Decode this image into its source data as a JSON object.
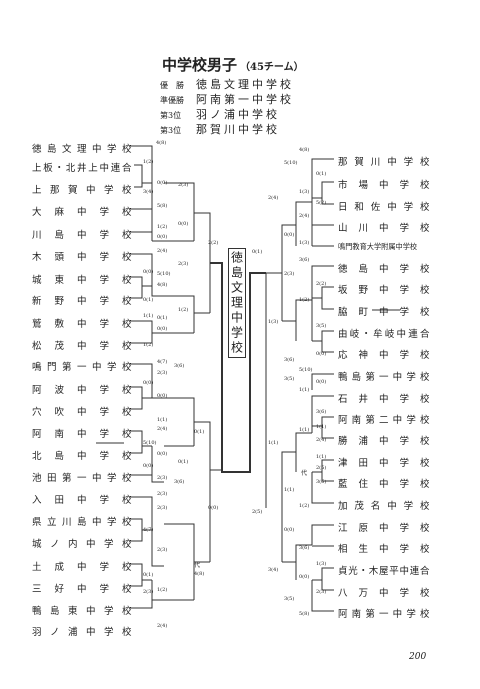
{
  "title": "中学校男子",
  "subtitle": "（45チーム）",
  "results": [
    {
      "label": "優　勝",
      "name": "徳島文理中学校"
    },
    {
      "label": "準優勝",
      "name": "阿南第一中学校"
    },
    {
      "label": "第3位",
      "name": "羽ノ浦中学校"
    },
    {
      "label": "第3位",
      "name": "那賀川中学校"
    }
  ],
  "left_teams": [
    "徳島文理中学校",
    "上板・北井上中連合",
    "上那賀中学校",
    "大麻中学校",
    "川島中学校",
    "木頭中学校",
    "城東中学校",
    "新野中学校",
    "鷲敷中学校",
    "松茂中学校",
    "鳴門第一中学校",
    "阿波中学校",
    "穴吹中学校",
    "阿南中学校",
    "北島中学校",
    "池田第一中学校",
    "入田中学校",
    "県立川島中学校",
    "城ノ内中学校",
    "土成中学校",
    "三好中学校",
    "鴨島東中学校",
    "羽ノ浦中学校"
  ],
  "right_teams": [
    "那賀川中学校",
    "市場中学校",
    "日和佐中学校",
    "山川中学校",
    "鳴門教育大学附属中学校",
    "徳島中学校",
    "坂野中学校",
    "脇町中学校",
    "由岐・牟岐中連合",
    "応神中学校",
    "鴨島第一中学校",
    "石井中学校",
    "阿南第二中学校",
    "勝浦中学校",
    "津田中学校",
    "藍住中学校",
    "加茂名中学校",
    "江原中学校",
    "相生中学校",
    "貞光・木屋平中連合",
    "八万中学校",
    "阿南第一中学校"
  ],
  "champion": "徳島文理中学校",
  "scores": {
    "l1": [
      "4(8)",
      "1(2)",
      "0(0)",
      "3(4)",
      "5(8)",
      "1(2)",
      "0(0)",
      "2(4)",
      "5(10)",
      "0(0)",
      "4(8)",
      "0(1)",
      "0(1)",
      "1(1)",
      "0(0)",
      "1(2)",
      "4(7)",
      "2(3)",
      "3(6)",
      "0(0)",
      "0(0)",
      "1(1)",
      "3(6)",
      "2(4)",
      "5(10)",
      "0(0)",
      "2(3)",
      "0(0)",
      "2(3)",
      "2(3)",
      "4(7)",
      "2(3)",
      "0(1)",
      "2(3)",
      "1(2)",
      "2(4)"
    ],
    "l2": [
      "2(3)",
      "0(0)",
      "2(3)",
      "1(2)",
      "0(1)",
      "0(1)",
      "4(8)"
    ],
    "l3": [
      "2(2)",
      "0(0)"
    ],
    "r1": [
      "4(8)",
      "0(1)",
      "1(3)",
      "5(2)",
      "2(4)",
      "1(3)",
      "3(6)",
      "2(2)",
      "1(2)",
      "3(5)",
      "0(0)",
      "5(10)",
      "1(1)",
      "0(0)",
      "3(6)",
      "1(1)",
      "2(4)",
      "1(1)",
      "3(6)",
      "1(2)",
      "3(6)",
      "1(3)",
      "2(3)",
      "0(0)",
      "5(8)"
    ],
    "r2": [
      "2(4)",
      "0(0)",
      "2(3)",
      "1(3)",
      "3(6)",
      "1(1)",
      "3(5)",
      "1(1)",
      "3(4)",
      "0(0)",
      "3(5)"
    ],
    "r3": [
      "0(1)",
      "2(5)"
    ],
    "r4": [
      "5(10)",
      "2(5)",
      "1(1)"
    ]
  },
  "marks": {
    "forfeit": "代"
  },
  "page_number": "200"
}
